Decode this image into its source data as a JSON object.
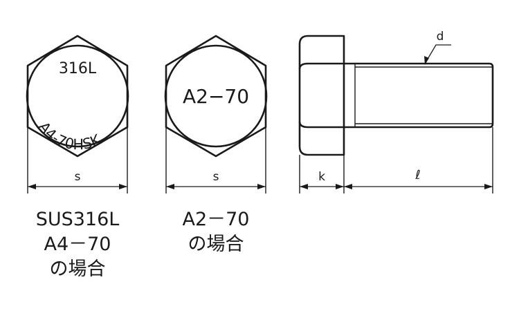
{
  "left_view": {
    "mark_top": "316L",
    "mark_bottom": "A4-70HSK",
    "dim_label": "s",
    "caption": [
      "SUS316L",
      "A4－70",
      "の場合"
    ]
  },
  "middle_view": {
    "mark": "A2−70",
    "dim_label": "s",
    "caption": [
      "A2－70",
      "の場合"
    ]
  },
  "side_view": {
    "dim_head": "k",
    "dim_length": "ℓ",
    "dim_diameter": "d"
  }
}
